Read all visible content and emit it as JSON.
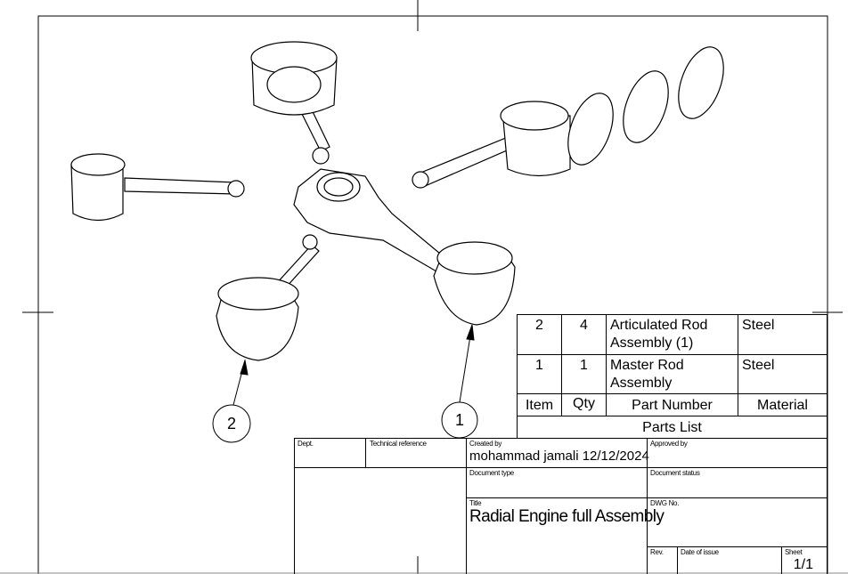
{
  "parts_list": {
    "title": "Parts List",
    "headers": {
      "item": "Item",
      "qty": "Qty",
      "part_number": "Part Number",
      "material": "Material"
    },
    "rows": [
      {
        "item": "2",
        "qty": "4",
        "part_number": "Articulated Rod Assembly (1)",
        "material": "Steel"
      },
      {
        "item": "1",
        "qty": "1",
        "part_number": "Master Rod Assembly",
        "material": "Steel"
      }
    ]
  },
  "title_block": {
    "dept_label": "Dept.",
    "tech_ref_label": "Technical reference",
    "created_by_label": "Created by",
    "created_by_value": "mohammad jamali 12/12/2024",
    "approved_by_label": "Approved by",
    "doc_type_label": "Document type",
    "doc_status_label": "Document status",
    "title_label": "Title",
    "title_value": "Radial Engine full Assembly",
    "dwg_no_label": "DWG No.",
    "rev_label": "Rev.",
    "date_of_issue_label": "Date of issue",
    "sheet_label": "Sheet",
    "sheet_value": "1/1"
  },
  "balloons": [
    "1",
    "2"
  ]
}
